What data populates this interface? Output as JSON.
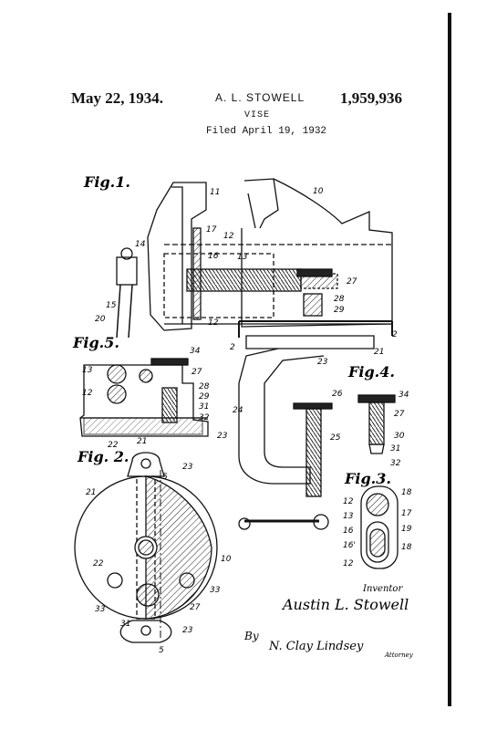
{
  "header": {
    "date": "May 22, 1934.",
    "inventor": "A. L. STOWELL",
    "patent_number": "1,959,936",
    "title": "VISE",
    "filed": "Filed April 19, 1932"
  },
  "figures": {
    "fig1": "Fig.1.",
    "fig2": "Fig. 2.",
    "fig3": "Fig.3.",
    "fig4": "Fig.4.",
    "fig5": "Fig.5."
  },
  "section_marks": {
    "a": "2",
    "b": "2",
    "c": "5",
    "d": "5"
  },
  "reference_numerals": {
    "fig1": [
      "11",
      "10",
      "17",
      "12",
      "14",
      "16",
      "13",
      "27",
      "15",
      "28",
      "29",
      "20",
      "12",
      "21",
      "23"
    ],
    "fig5": [
      "34",
      "13",
      "27",
      "28",
      "29",
      "12",
      "31",
      "32",
      "22",
      "21",
      "23"
    ],
    "fig4": [
      "34",
      "27",
      "30",
      "31",
      "32"
    ],
    "fig_clamp": [
      "26",
      "24",
      "25"
    ],
    "fig3": [
      "18",
      "12",
      "17",
      "13",
      "19",
      "16",
      "16'",
      "18",
      "12"
    ],
    "fig2": [
      "23",
      "21",
      "22",
      "10",
      "33",
      "33",
      "27",
      "31",
      "23"
    ]
  },
  "inventor_block": {
    "label": "Inventor",
    "name": "Austin L. Stowell"
  },
  "attorney_block": {
    "by": "By",
    "signature": "N. Clay Lindsey",
    "label": "Attorney"
  }
}
